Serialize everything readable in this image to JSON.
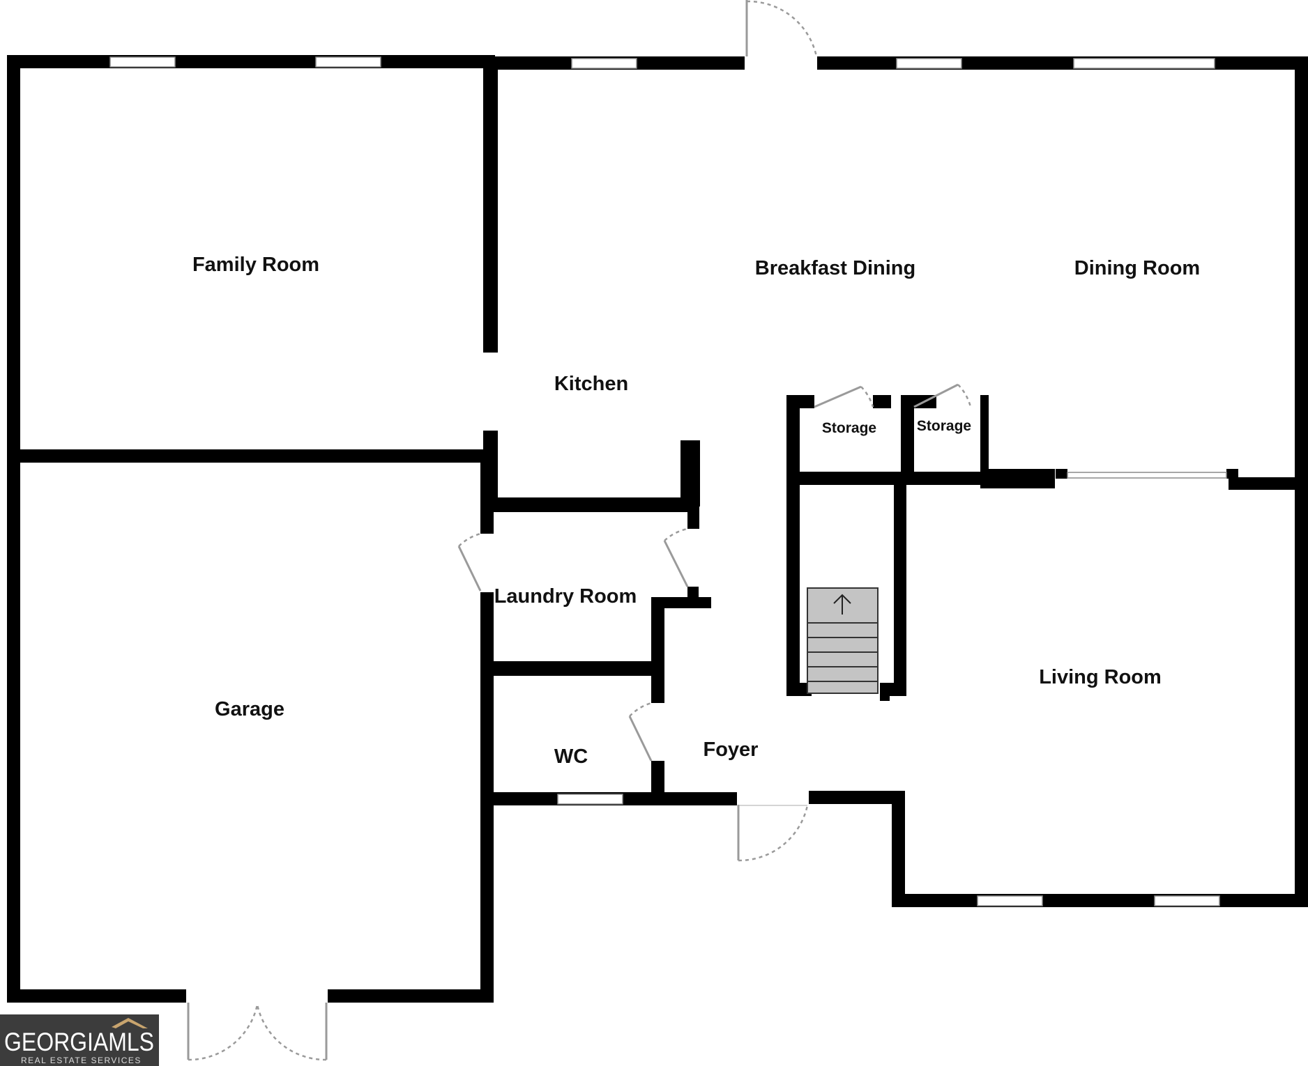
{
  "rooms": {
    "family_room": "Family Room",
    "breakfast_dining": "Breakfast Dining",
    "dining_room": "Dining Room",
    "kitchen": "Kitchen",
    "storage_1": "Storage",
    "storage_2": "Storage",
    "laundry_room": "Laundry Room",
    "garage": "Garage",
    "living_room": "Living Room",
    "wc": "WC",
    "foyer": "Foyer"
  },
  "logo": {
    "name": "GEORGIAMLS",
    "tagline": "REAL ESTATE SERVICES"
  },
  "colors": {
    "wall": "#000000",
    "window": "#ffffff",
    "door": "#9a9a9a",
    "stair": "#c4c4c4",
    "logo_bg": "#3c3c3c",
    "logo_accent": "#c8a46e"
  }
}
